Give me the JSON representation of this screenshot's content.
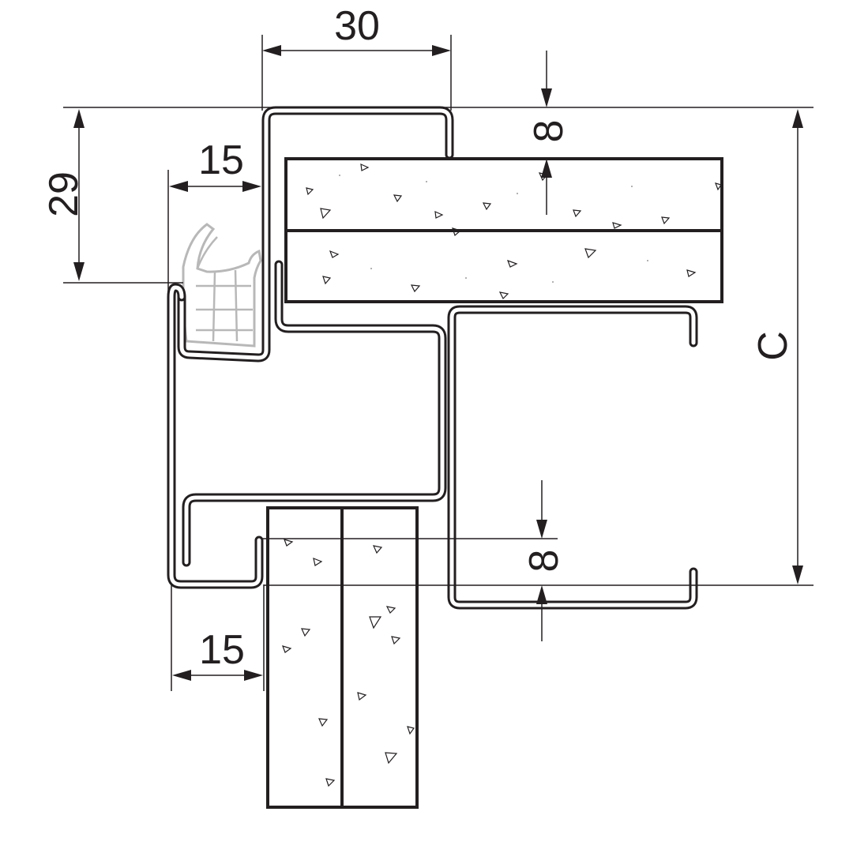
{
  "dimensions": {
    "top_width": "30",
    "left_height": "29",
    "upper_offset": "15",
    "lower_offset": "15",
    "top_gap": "8",
    "bottom_gap": "8",
    "overall_height": "C"
  },
  "colors": {
    "line": "#231f20",
    "gasket": "#b8b8b8",
    "background": "#ffffff"
  }
}
